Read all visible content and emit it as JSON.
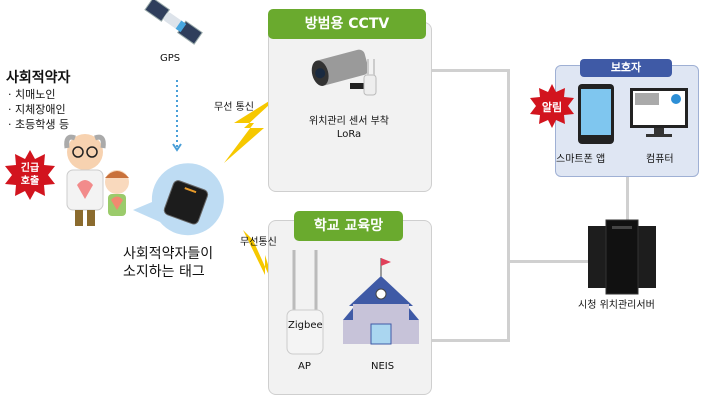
{
  "gps": {
    "label": "GPS"
  },
  "vulnerable": {
    "title": "사회적약자",
    "items": [
      "· 치매노인",
      "· 지체장애인",
      "· 초등학생 등"
    ]
  },
  "emergency_badge": {
    "line1": "긴급",
    "line2": "호출"
  },
  "tag": {
    "line1": "사회적약자들이",
    "line2": "소지하는 태그"
  },
  "wireless_top": "무선 통신",
  "wireless_bottom": "무선통신",
  "cctv": {
    "title": "방범용 CCTV",
    "line1": "위치관리 센서 부착",
    "line2": "LoRa"
  },
  "school": {
    "title": "학교 교육망",
    "zigbee": "Zigbee",
    "ap": "AP",
    "neis": "NEIS"
  },
  "guardian": {
    "title": "보호자",
    "alert": "알림",
    "phone": "스마트폰 앱",
    "computer": "컴퓨터"
  },
  "server": {
    "label": "시청 위치관리서버"
  },
  "colors": {
    "green": "#6aaa2e",
    "blue": "#3f5aa6",
    "red": "#d2141e",
    "bolt": "#f6c800",
    "panel": "#f2f2f2"
  }
}
